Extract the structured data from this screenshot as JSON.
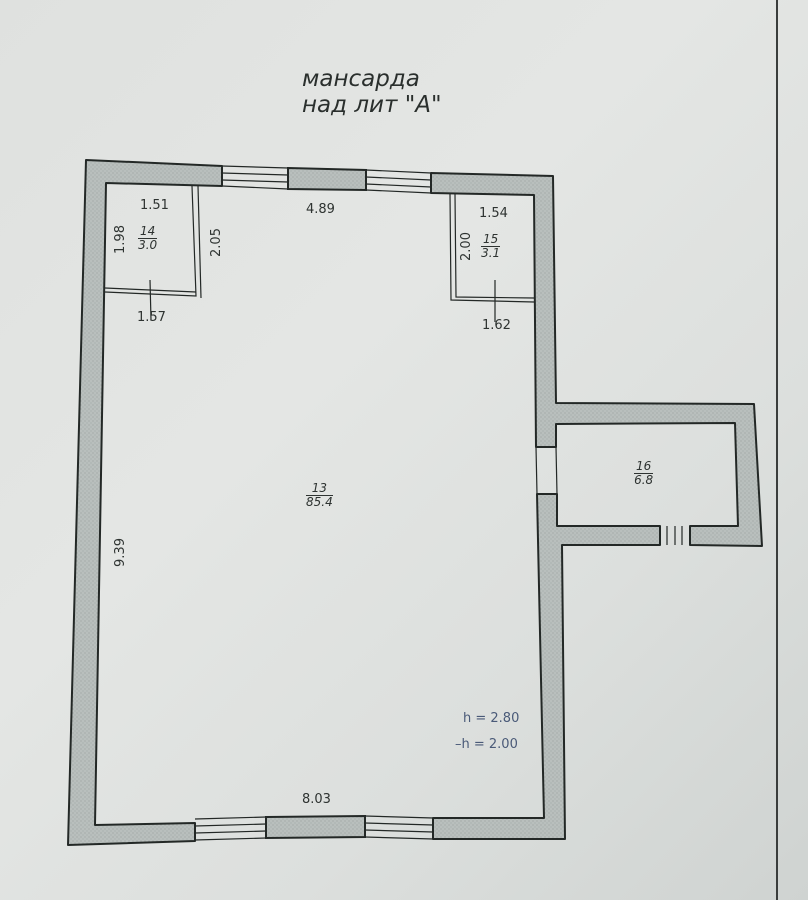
{
  "title": {
    "line1": "мансарда",
    "line2": "над лит \"А\""
  },
  "rooms": [
    {
      "number": "13",
      "area": "85.4"
    },
    {
      "number": "14",
      "area": "3.0"
    },
    {
      "number": "15",
      "area": "3.1"
    },
    {
      "number": "16",
      "area": "6.8"
    }
  ],
  "dimensions": {
    "top_main": "4.89",
    "bottom_main": "8.03",
    "left_main": "9.39",
    "room14_top": "1.51",
    "room14_left": "1.98",
    "room14_right": "2.05",
    "room14_bottom": "1.57",
    "room15_top": "1.54",
    "room15_left": "2.00",
    "room15_bottom": "1.62"
  },
  "heights": {
    "h": "h = 2.80",
    "h_low": "–h = 2.00"
  },
  "colors": {
    "wall_fill": "#b7bdbb",
    "wall_stroke": "#232826",
    "paper": "#e2e4e2"
  }
}
